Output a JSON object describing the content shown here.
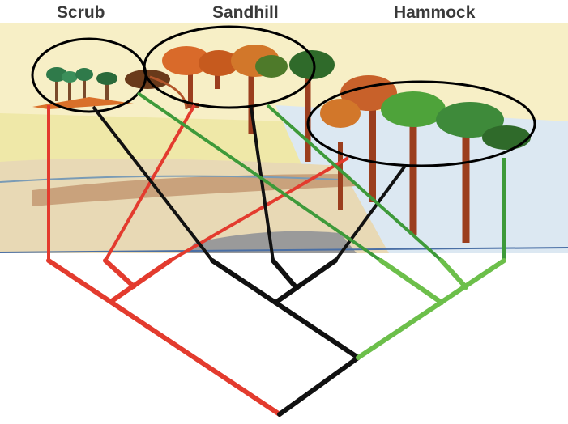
{
  "labels": {
    "scrub": "Scrub",
    "sandhill": "Sandhill",
    "hammock": "Hammock"
  },
  "colors": {
    "scrub": "#e33b2e",
    "sandhill": "#111111",
    "hammock": "#6cbf4a",
    "sky": "#f7efc6",
    "water": "#dce8f2",
    "sand": "#e8d9b5",
    "soil": "#c9a27c",
    "trunk": "#9b3e1e"
  },
  "icons": {
    "scrub_trees": "scrub-tree-icon",
    "sandhill_trees": "sandhill-tree-icon",
    "hammock_trees": "hammock-tree-icon"
  }
}
